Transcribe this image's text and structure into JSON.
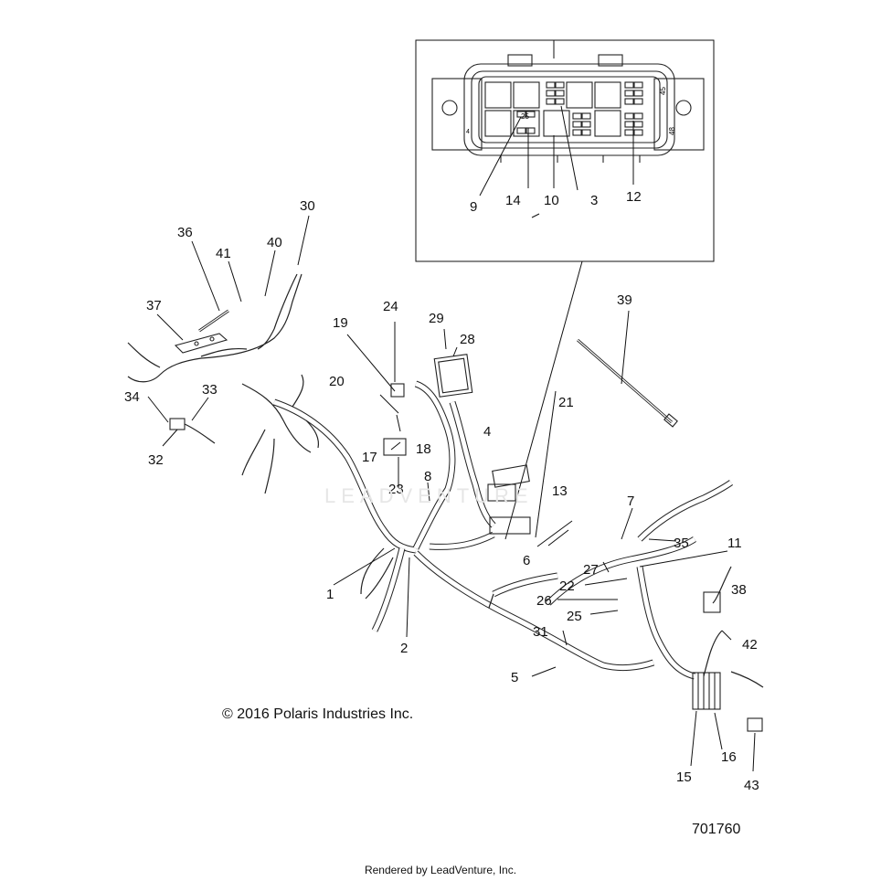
{
  "callouts": [
    "1",
    "2",
    "3",
    "4",
    "5",
    "6",
    "7",
    "8",
    "9",
    "10",
    "11",
    "12",
    "13",
    "14",
    "15",
    "16",
    "17",
    "18",
    "19",
    "20",
    "21",
    "22",
    "23",
    "24",
    "25",
    "26",
    "27",
    "28",
    "29",
    "30",
    "31",
    "32",
    "33",
    "34",
    "35",
    "36",
    "37",
    "38",
    "39",
    "40",
    "41",
    "42",
    "43"
  ],
  "connector_pin_labels": [
    "25",
    "45",
    "48",
    "4"
  ],
  "watermark": "LEADVENTURE",
  "copyright": "© 2016 Polaris Industries Inc.",
  "diagram_number": "701760",
  "render_credit": "Rendered by LeadVenture, Inc."
}
